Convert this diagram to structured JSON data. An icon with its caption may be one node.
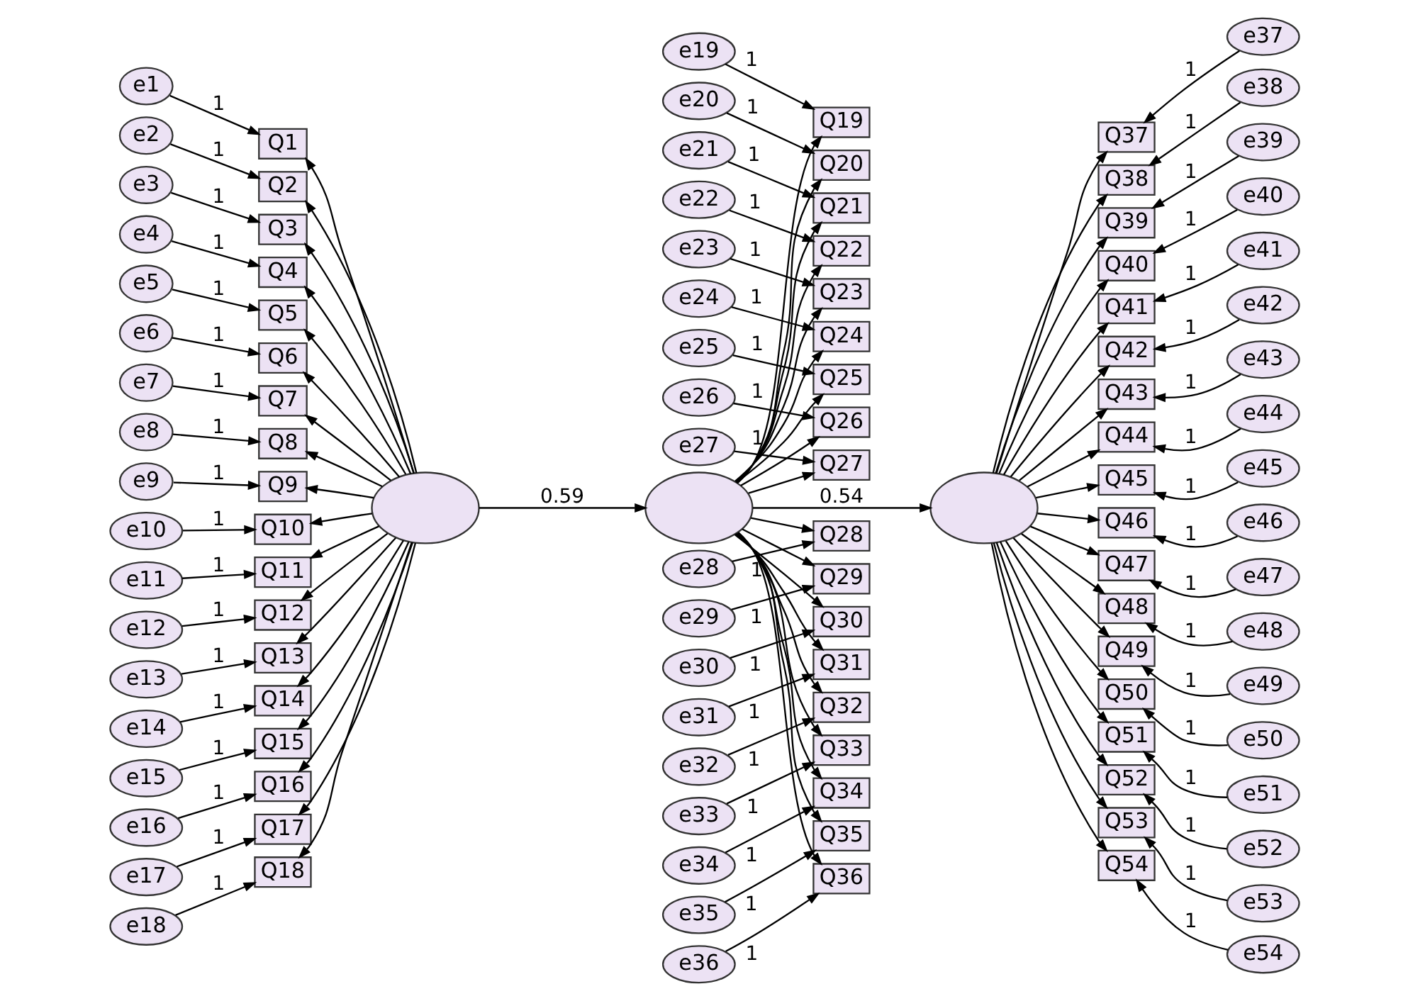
{
  "diagram": {
    "nodes": [
      {
        "text": [],
        "shape": "circle"
      },
      {
        "text": [],
        "shape": "circle"
      },
      {
        "text": [],
        "shape": "circle"
      },
      {
        "text": [
          "Q1"
        ]
      },
      {
        "text": [
          "Q2"
        ]
      },
      {
        "text": [
          "Q3"
        ]
      },
      {
        "text": [
          "Q4"
        ]
      },
      {
        "text": [
          "Q5"
        ]
      },
      {
        "text": [
          "Q6"
        ]
      },
      {
        "text": [
          "Q7"
        ]
      },
      {
        "text": [
          "Q8"
        ]
      },
      {
        "text": [
          "Q9"
        ]
      },
      {
        "text": [
          "Q10"
        ]
      },
      {
        "text": [
          "Q11"
        ]
      },
      {
        "text": [
          "Q12"
        ]
      },
      {
        "text": [
          "Q13"
        ]
      },
      {
        "text": [
          "Q14"
        ]
      },
      {
        "text": [
          "Q15"
        ]
      },
      {
        "text": [
          "Q16"
        ]
      },
      {
        "text": [
          "Q17"
        ]
      },
      {
        "text": [
          "Q18"
        ]
      },
      {
        "text": [
          "Q19"
        ]
      },
      {
        "text": [
          "Q20"
        ]
      },
      {
        "text": [
          "Q21"
        ]
      },
      {
        "text": [
          "Q22"
        ]
      },
      {
        "text": [
          "Q23"
        ]
      },
      {
        "text": [
          "Q24"
        ]
      },
      {
        "text": [
          "Q25"
        ]
      },
      {
        "text": [
          "Q26"
        ]
      },
      {
        "text": [
          "Q27"
        ]
      },
      {
        "text": [
          "Q28"
        ]
      },
      {
        "text": [
          "Q29"
        ]
      },
      {
        "text": [
          "Q30"
        ]
      },
      {
        "text": [
          "Q31"
        ]
      },
      {
        "text": [
          "Q32"
        ]
      },
      {
        "text": [
          "Q33"
        ]
      },
      {
        "text": [
          "Q34"
        ]
      },
      {
        "text": [
          "Q35"
        ]
      },
      {
        "text": [
          "Q36"
        ]
      },
      {
        "text": [
          "Q37"
        ]
      },
      {
        "text": [
          "Q38"
        ]
      },
      {
        "text": [
          "Q39"
        ]
      },
      {
        "text": [
          "Q40"
        ]
      },
      {
        "text": [
          "Q41"
        ]
      },
      {
        "text": [
          "Q42"
        ]
      },
      {
        "text": [
          "Q43"
        ]
      },
      {
        "text": [
          "Q44"
        ]
      },
      {
        "text": [
          "Q45"
        ]
      },
      {
        "text": [
          "Q46"
        ]
      },
      {
        "text": [
          "Q47"
        ]
      },
      {
        "text": [
          "Q48"
        ]
      },
      {
        "text": [
          "Q49"
        ]
      },
      {
        "text": [
          "Q50"
        ]
      },
      {
        "text": [
          "Q51"
        ]
      },
      {
        "text": [
          "Q52"
        ]
      },
      {
        "text": [
          "Q53"
        ]
      },
      {
        "text": [
          "Q54"
        ]
      },
      {
        "text": [
          "e1"
        ]
      },
      {
        "text": [
          "e2"
        ]
      },
      {
        "text": [
          "e3"
        ]
      },
      {
        "text": [
          "e4"
        ]
      },
      {
        "text": [
          "e5"
        ]
      },
      {
        "text": [
          "e6"
        ]
      },
      {
        "text": [
          "e7"
        ]
      },
      {
        "text": [
          "e8"
        ]
      },
      {
        "text": [
          "e9"
        ]
      },
      {
        "text": [
          "e10"
        ]
      },
      {
        "text": [
          "e11"
        ]
      },
      {
        "text": [
          "e12"
        ]
      },
      {
        "text": [
          "e13"
        ]
      },
      {
        "text": [
          "e14"
        ]
      },
      {
        "text": [
          "e15"
        ]
      },
      {
        "text": [
          "e16"
        ]
      },
      {
        "text": [
          "e17"
        ]
      },
      {
        "text": [
          "e18"
        ]
      },
      {
        "text": [
          "e19"
        ]
      },
      {
        "text": [
          "e20"
        ]
      },
      {
        "text": [
          "e21"
        ]
      },
      {
        "text": [
          "e22"
        ]
      },
      {
        "text": [
          "e23"
        ]
      },
      {
        "text": [
          "e24"
        ]
      },
      {
        "text": [
          "e25"
        ]
      },
      {
        "text": [
          "e26"
        ]
      },
      {
        "text": [
          "e27"
        ]
      },
      {
        "text": [
          "e28"
        ]
      },
      {
        "text": [
          "e29"
        ]
      },
      {
        "text": [
          "e30"
        ]
      },
      {
        "text": [
          "e31"
        ]
      },
      {
        "text": [
          "e32"
        ]
      },
      {
        "text": [
          "e33"
        ]
      },
      {
        "text": [
          "e34"
        ]
      },
      {
        "text": [
          "e35"
        ]
      },
      {
        "text": [
          "e36"
        ]
      },
      {
        "text": [
          "e37"
        ]
      },
      {
        "text": [
          "e38"
        ]
      },
      {
        "text": [
          "e39"
        ]
      },
      {
        "text": [
          "e40"
        ]
      },
      {
        "text": [
          "e41"
        ]
      },
      {
        "text": [
          "e42"
        ]
      },
      {
        "text": [
          "e43"
        ]
      },
      {
        "text": [
          "e44"
        ]
      },
      {
        "text": [
          "e45"
        ]
      },
      {
        "text": [
          "e46"
        ]
      },
      {
        "text": [
          "e47"
        ]
      },
      {
        "text": [
          "e48"
        ]
      },
      {
        "text": [
          "e49"
        ]
      },
      {
        "text": [
          "e50"
        ]
      },
      {
        "text": [
          "e51"
        ]
      },
      {
        "text": [
          "e52"
        ]
      },
      {
        "text": [
          "e53"
        ]
      },
      {
        "text": [
          "e54"
        ]
      }
    ],
    "edges": [
      {
        "from": 0,
        "to": 3,
        "arrow": "to"
      },
      {
        "from": 0,
        "to": 4,
        "arrow": "to"
      },
      {
        "from": 0,
        "to": 5,
        "arrow": "to"
      },
      {
        "from": 0,
        "to": 6,
        "arrow": "to"
      },
      {
        "from": 0,
        "to": 7,
        "arrow": "to"
      },
      {
        "from": 0,
        "to": 8,
        "arrow": "to"
      },
      {
        "from": 0,
        "to": 9,
        "arrow": "to"
      },
      {
        "from": 0,
        "to": 10,
        "arrow": "to"
      },
      {
        "from": 0,
        "to": 11,
        "arrow": "to"
      },
      {
        "from": 0,
        "to": 12,
        "arrow": "to"
      },
      {
        "from": 0,
        "to": 13,
        "arrow": "to"
      },
      {
        "from": 0,
        "to": 14,
        "arrow": "to"
      },
      {
        "from": 0,
        "to": 15,
        "arrow": "to"
      },
      {
        "from": 0,
        "to": 16,
        "arrow": "to"
      },
      {
        "from": 0,
        "to": 17,
        "arrow": "to"
      },
      {
        "from": 0,
        "to": 18,
        "arrow": "to"
      },
      {
        "from": 0,
        "to": 19,
        "arrow": "to"
      },
      {
        "from": 0,
        "to": 20,
        "arrow": "to"
      },
      {
        "from": 1,
        "to": 21,
        "arrow": "to"
      },
      {
        "from": 1,
        "to": 22,
        "arrow": "to"
      },
      {
        "from": 1,
        "to": 23,
        "arrow": "to"
      },
      {
        "from": 1,
        "to": 24,
        "arrow": "to"
      },
      {
        "from": 1,
        "to": 25,
        "arrow": "to"
      },
      {
        "from": 1,
        "to": 26,
        "arrow": "to"
      },
      {
        "from": 1,
        "to": 27,
        "arrow": "to"
      },
      {
        "from": 1,
        "to": 28,
        "arrow": "to"
      },
      {
        "from": 1,
        "to": 29,
        "arrow": "to"
      },
      {
        "from": 1,
        "to": 30,
        "arrow": "to"
      },
      {
        "from": 1,
        "to": 31,
        "arrow": "to"
      },
      {
        "from": 1,
        "to": 32,
        "arrow": "to"
      },
      {
        "from": 1,
        "to": 33,
        "arrow": "to"
      },
      {
        "from": 1,
        "to": 34,
        "arrow": "to"
      },
      {
        "from": 1,
        "to": 35,
        "arrow": "to"
      },
      {
        "from": 1,
        "to": 36,
        "arrow": "to"
      },
      {
        "from": 1,
        "to": 37,
        "arrow": "to"
      },
      {
        "from": 1,
        "to": 38,
        "arrow": "to"
      },
      {
        "from": 2,
        "to": 39,
        "arrow": "to"
      },
      {
        "from": 2,
        "to": 40,
        "arrow": "to"
      },
      {
        "from": 2,
        "to": 41,
        "arrow": "to"
      },
      {
        "from": 2,
        "to": 42,
        "arrow": "to"
      },
      {
        "from": 2,
        "to": 43,
        "arrow": "to"
      },
      {
        "from": 2,
        "to": 44,
        "arrow": "to"
      },
      {
        "from": 2,
        "to": 45,
        "arrow": "to"
      },
      {
        "from": 2,
        "to": 46,
        "arrow": "to"
      },
      {
        "from": 2,
        "to": 47,
        "arrow": "to"
      },
      {
        "from": 2,
        "to": 48,
        "arrow": "to"
      },
      {
        "from": 2,
        "to": 49,
        "arrow": "to"
      },
      {
        "from": 2,
        "to": 50,
        "arrow": "to"
      },
      {
        "from": 2,
        "to": 51,
        "arrow": "to"
      },
      {
        "from": 2,
        "to": 52,
        "arrow": "to"
      },
      {
        "from": 2,
        "to": 53,
        "arrow": "to"
      },
      {
        "from": 2,
        "to": 54,
        "arrow": "to"
      },
      {
        "from": 2,
        "to": 55,
        "arrow": "to"
      },
      {
        "from": 2,
        "to": 56,
        "arrow": "to"
      },
      {
        "from": 57,
        "to": 3,
        "label": "1",
        "arrow": "to"
      },
      {
        "from": 58,
        "to": 4,
        "label": "1",
        "arrow": "to"
      },
      {
        "from": 59,
        "to": 5,
        "label": "1",
        "arrow": "to"
      },
      {
        "from": 60,
        "to": 6,
        "label": "1",
        "arrow": "to"
      },
      {
        "from": 61,
        "to": 7,
        "label": "1",
        "arrow": "to"
      },
      {
        "from": 62,
        "to": 8,
        "label": "1",
        "arrow": "to"
      },
      {
        "from": 63,
        "to": 9,
        "label": "1",
        "arrow": "to"
      },
      {
        "from": 64,
        "to": 10,
        "label": "1",
        "arrow": "to"
      },
      {
        "from": 65,
        "to": 11,
        "label": "1",
        "arrow": "to"
      },
      {
        "from": 66,
        "to": 12,
        "label": "1",
        "arrow": "to"
      },
      {
        "from": 67,
        "to": 13,
        "label": "1",
        "arrow": "to"
      },
      {
        "from": 68,
        "to": 14,
        "label": "1",
        "arrow": "to"
      },
      {
        "from": 69,
        "to": 15,
        "label": "1",
        "arrow": "to"
      },
      {
        "from": 70,
        "to": 16,
        "label": "1",
        "arrow": "to"
      },
      {
        "from": 71,
        "to": 17,
        "label": "1",
        "arrow": "to"
      },
      {
        "from": 72,
        "to": 18,
        "label": "1",
        "arrow": "to"
      },
      {
        "from": 73,
        "to": 19,
        "label": "1",
        "arrow": "to"
      },
      {
        "from": 74,
        "to": 20,
        "label": "1",
        "arrow": "to"
      },
      {
        "from": 75,
        "to": 21,
        "label": "1",
        "arrow": "to"
      },
      {
        "from": 76,
        "to": 22,
        "label": "1",
        "arrow": "to"
      },
      {
        "from": 77,
        "to": 23,
        "label": "1",
        "arrow": "to"
      },
      {
        "from": 78,
        "to": 24,
        "label": "1",
        "arrow": "to"
      },
      {
        "from": 79,
        "to": 25,
        "label": "1",
        "arrow": "to"
      },
      {
        "from": 80,
        "to": 26,
        "label": "1",
        "arrow": "to"
      },
      {
        "from": 81,
        "to": 27,
        "label": "1",
        "arrow": "to"
      },
      {
        "from": 82,
        "to": 28,
        "label": "1",
        "arrow": "to"
      },
      {
        "from": 83,
        "to": 29,
        "label": "1",
        "arrow": "to"
      },
      {
        "from": 84,
        "to": 30,
        "label": "1",
        "arrow": "to"
      },
      {
        "from": 85,
        "to": 31,
        "label": "1",
        "arrow": "to"
      },
      {
        "from": 86,
        "to": 32,
        "label": "1",
        "arrow": "to"
      },
      {
        "from": 87,
        "to": 33,
        "label": "1",
        "arrow": "to"
      },
      {
        "from": 88,
        "to": 34,
        "label": "1",
        "arrow": "to"
      },
      {
        "from": 89,
        "to": 35,
        "label": "1",
        "arrow": "to"
      },
      {
        "from": 90,
        "to": 36,
        "label": "1",
        "arrow": "to"
      },
      {
        "from": 91,
        "to": 37,
        "label": "1",
        "arrow": "to"
      },
      {
        "from": 92,
        "to": 38,
        "label": "1",
        "arrow": "to"
      },
      {
        "from": 93,
        "to": 39,
        "label": "1",
        "arrow": "to"
      },
      {
        "from": 94,
        "to": 40,
        "label": "1",
        "arrow": "to"
      },
      {
        "from": 95,
        "to": 41,
        "label": "1",
        "arrow": "to"
      },
      {
        "from": 96,
        "to": 42,
        "label": "1",
        "arrow": "to"
      },
      {
        "from": 97,
        "to": 43,
        "label": "1",
        "arrow": "to"
      },
      {
        "from": 98,
        "to": 44,
        "label": "1",
        "arrow": "to"
      },
      {
        "from": 99,
        "to": 45,
        "label": "1",
        "arrow": "to"
      },
      {
        "from": 100,
        "to": 46,
        "label": "1",
        "arrow": "to"
      },
      {
        "from": 101,
        "to": 47,
        "label": "1",
        "arrow": "to"
      },
      {
        "from": 102,
        "to": 48,
        "label": "1",
        "arrow": "to"
      },
      {
        "from": 103,
        "to": 49,
        "label": "1",
        "arrow": "to"
      },
      {
        "from": 104,
        "to": 50,
        "label": "1",
        "arrow": "to"
      },
      {
        "from": 105,
        "to": 51,
        "label": "1",
        "arrow": "to"
      },
      {
        "from": 106,
        "to": 52,
        "label": "1",
        "arrow": "to"
      },
      {
        "from": 107,
        "to": 53,
        "label": "1",
        "arrow": "to"
      },
      {
        "from": 108,
        "to": 54,
        "label": "1",
        "arrow": "to"
      },
      {
        "from": 109,
        "to": 55,
        "label": "1",
        "arrow": "to"
      },
      {
        "from": 110,
        "to": 56,
        "label": "1",
        "arrow": "to"
      },
      {
        "from": 0,
        "to": 1,
        "label": "0.59",
        "arrow": "to"
      },
      {
        "from": 1,
        "to": 2,
        "label": "0.54",
        "arrow": "to"
      }
    ]
  }
}
